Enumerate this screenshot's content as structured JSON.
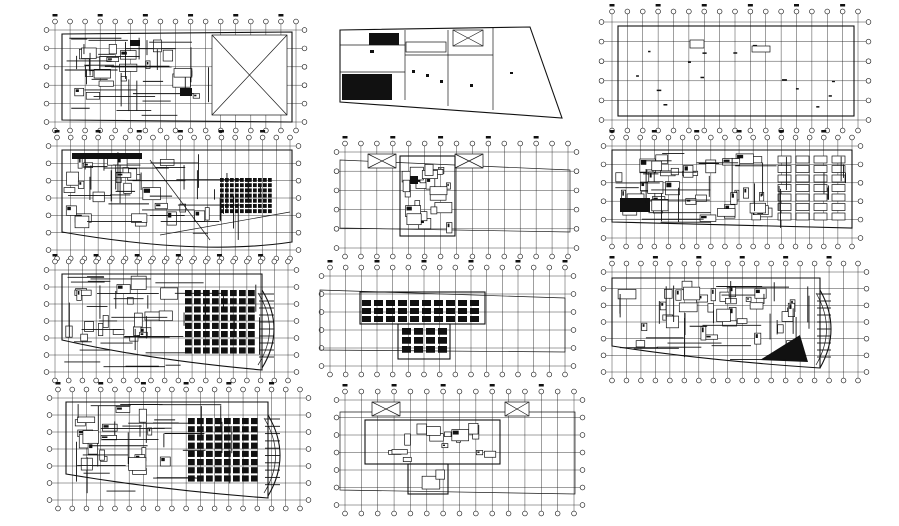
{
  "drawing": {
    "sheet_colors": {
      "background": "#ffffff",
      "linework": "#111111"
    },
    "plans": [
      {
        "id": "plan-1",
        "kind": "floor-plan"
      },
      {
        "id": "plan-2",
        "kind": "site-plan"
      },
      {
        "id": "plan-3",
        "kind": "column-grid-plan"
      },
      {
        "id": "plan-4",
        "kind": "floor-plan"
      },
      {
        "id": "plan-5",
        "kind": "floor-plan"
      },
      {
        "id": "plan-6",
        "kind": "floor-plan"
      },
      {
        "id": "plan-7",
        "kind": "floor-plan"
      },
      {
        "id": "plan-8",
        "kind": "floor-plan"
      },
      {
        "id": "plan-9",
        "kind": "floor-plan"
      },
      {
        "id": "plan-10",
        "kind": "floor-plan"
      },
      {
        "id": "plan-11",
        "kind": "floor-plan"
      }
    ]
  }
}
